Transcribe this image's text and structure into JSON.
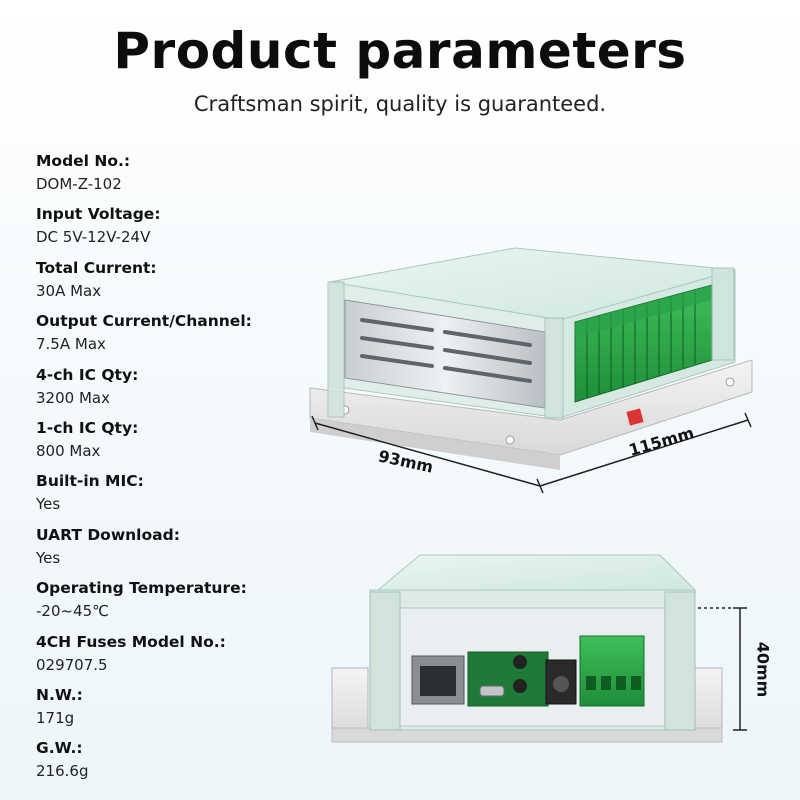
{
  "header": {
    "title": "Product parameters",
    "subtitle": "Craftsman spirit, quality is guaranteed."
  },
  "parameters": [
    {
      "label": "Model No.:",
      "value": "DOM-Z-102"
    },
    {
      "label": "Input Voltage:",
      "value": "DC 5V-12V-24V"
    },
    {
      "label": "Total Current:",
      "value": "30A Max"
    },
    {
      "label": "Output Current/Channel:",
      "value": "7.5A Max"
    },
    {
      "label": "4-ch IC Qty:",
      "value": "3200 Max"
    },
    {
      "label": "1-ch IC Qty:",
      "value": "800 Max"
    },
    {
      "label": "Built-in MIC:",
      "value": "Yes"
    },
    {
      "label": "UART Download:",
      "value": "Yes"
    },
    {
      "label": "Operating Temperature:",
      "value": "-20~45℃"
    },
    {
      "label": "4CH Fuses Model No.:",
      "value": "029707.5"
    },
    {
      "label": "N.W.:",
      "value": "171g"
    },
    {
      "label": "G.W.:",
      "value": "216.6g"
    }
  ],
  "dimensions": {
    "width": "93mm",
    "depth": "115mm",
    "height": "40mm"
  }
}
